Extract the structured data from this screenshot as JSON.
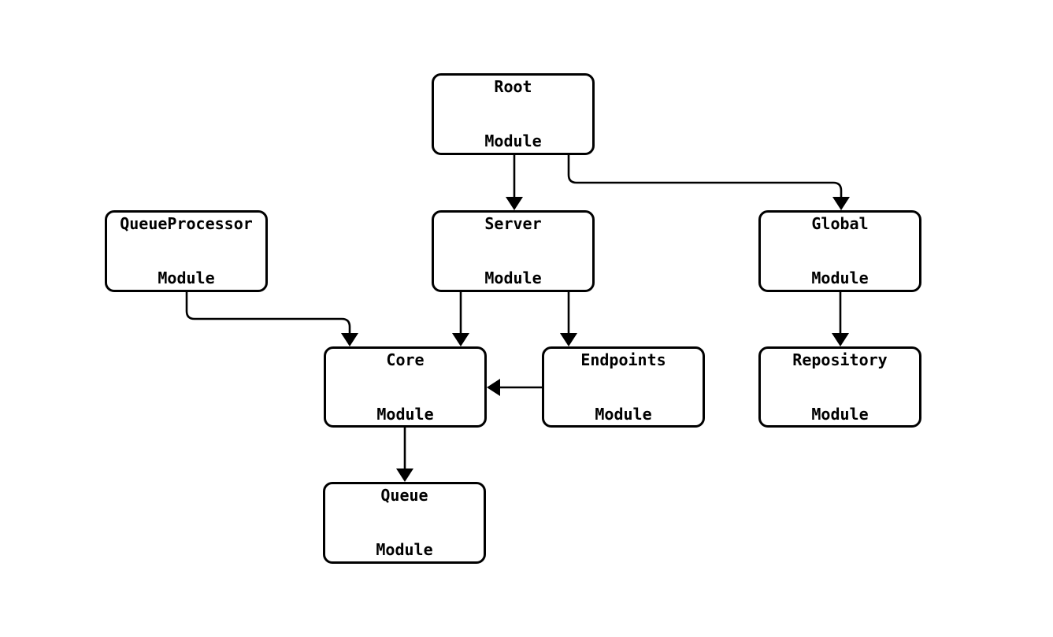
{
  "diagram": {
    "type": "module-dependency-graph",
    "background_color": "#ffffff",
    "line_color": "#000000",
    "node_fill_color": "#ffffff",
    "node_border_color": "#000000",
    "text_color": "#000000",
    "nodes": [
      {
        "id": "root",
        "lines": [
          "Root",
          "Module"
        ]
      },
      {
        "id": "queueprocessor",
        "lines": [
          "QueueProcessor",
          "Module"
        ]
      },
      {
        "id": "server",
        "lines": [
          "Server",
          "Module"
        ]
      },
      {
        "id": "global",
        "lines": [
          "Global",
          "Module"
        ]
      },
      {
        "id": "core",
        "lines": [
          "Core",
          "Module"
        ]
      },
      {
        "id": "endpoints",
        "lines": [
          "Endpoints",
          "Module"
        ]
      },
      {
        "id": "repository",
        "lines": [
          "Repository",
          "Module"
        ]
      },
      {
        "id": "queue",
        "lines": [
          "Queue",
          "Module"
        ]
      }
    ],
    "edges": [
      {
        "from": "root",
        "to": "server"
      },
      {
        "from": "root",
        "to": "global"
      },
      {
        "from": "queueprocessor",
        "to": "core"
      },
      {
        "from": "server",
        "to": "core"
      },
      {
        "from": "server",
        "to": "endpoints"
      },
      {
        "from": "endpoints",
        "to": "core"
      },
      {
        "from": "global",
        "to": "repository"
      },
      {
        "from": "core",
        "to": "queue"
      }
    ]
  }
}
